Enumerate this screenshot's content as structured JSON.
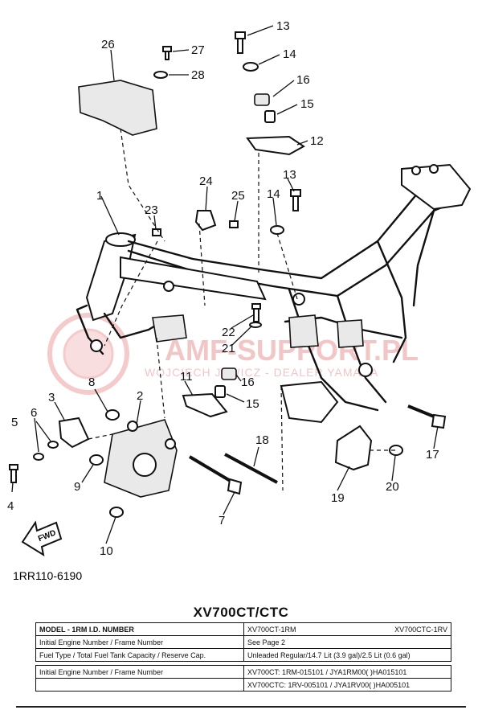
{
  "watermark": {
    "brand": "AMF-SUPPORT.PL",
    "tagline": "WOJCIECH JAWICZ - DEALER YAMAHA"
  },
  "diagram_code": "1RR110-6190",
  "fwd_label": "FWD",
  "callouts": {
    "p1": "1",
    "p2": "2",
    "p3": "3",
    "p4": "4",
    "p5": "5",
    "p6": "6",
    "p7": "7",
    "p8": "8",
    "p9": "9",
    "p10": "10",
    "p11": "11",
    "p12": "12",
    "p13a": "13",
    "p13b": "13",
    "p14a": "14",
    "p14b": "14",
    "p15a": "15",
    "p15b": "15",
    "p16a": "16",
    "p16b": "16",
    "p17": "17",
    "p18": "18",
    "p19": "19",
    "p20": "20",
    "p21": "21",
    "p22": "22",
    "p23": "23",
    "p24": "24",
    "p25": "25",
    "p26": "26",
    "p27": "27",
    "p28": "28"
  },
  "model_title": "XV700CT/CTC",
  "spec_table": {
    "row1": {
      "label": "MODEL - 1RM I.D. NUMBER",
      "v1": "XV700CT-1RM",
      "v2": "XV700CTC-1RV"
    },
    "row2": {
      "label": "Initial Engine Number / Frame Number",
      "v1": "See Page 2"
    },
    "row3": {
      "label": "Fuel Type / Total Fuel Tank Capacity / Reserve Cap.",
      "v1": "Unleaded Regular/14.7 Lit (3.9 gal)/2.5 Lit (0.6 gal)"
    },
    "row4": {
      "label": "Initial Engine Number / Frame Number",
      "v1": "XV700CT: 1RM-015101 / JYA1RM00( )HA015101"
    },
    "row5": {
      "label": "",
      "v1": "XV700CTC: 1RV-005101 / JYA1RV00( )HA005101"
    }
  }
}
